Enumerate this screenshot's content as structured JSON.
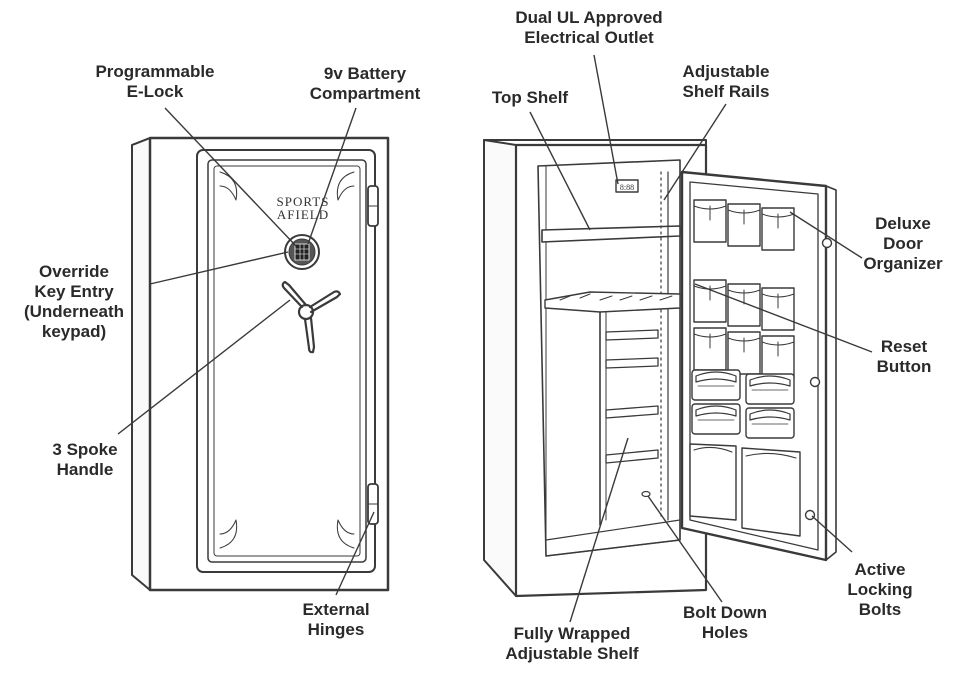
{
  "brand": {
    "line1": "SPORTS",
    "line2": "AFIELD"
  },
  "door_display": "8:88",
  "colors": {
    "line": "#3a3a3a",
    "text": "#2a2a2a",
    "background": "#ffffff"
  },
  "callouts": {
    "programmable_elock": [
      "Programmable",
      "E-Lock"
    ],
    "battery_compartment": [
      "9v Battery",
      "Compartment"
    ],
    "override_key": [
      "Override",
      "Key Entry",
      "(Underneath",
      "keypad)"
    ],
    "spoke_handle": [
      "3 Spoke",
      "Handle"
    ],
    "external_hinges": [
      "External",
      "Hinges"
    ],
    "electrical_outlet": [
      "Dual UL Approved",
      "Electrical Outlet"
    ],
    "top_shelf": [
      "Top Shelf"
    ],
    "shelf_rails": [
      "Adjustable",
      "Shelf Rails"
    ],
    "door_organizer": [
      "Deluxe",
      "Door",
      "Organizer"
    ],
    "reset_button": [
      "Reset",
      "Button"
    ],
    "locking_bolts": [
      "Active",
      "Locking",
      "Bolts"
    ],
    "bolt_down_holes": [
      "Bolt Down",
      "Holes"
    ],
    "wrapped_shelf": [
      "Fully Wrapped",
      "Adjustable Shelf"
    ]
  }
}
